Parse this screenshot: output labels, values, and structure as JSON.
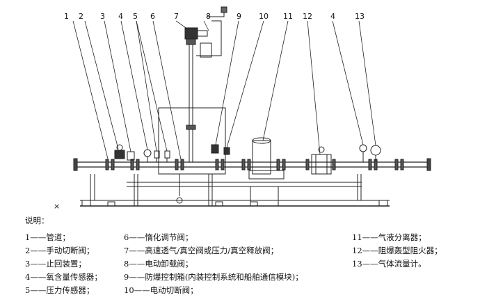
{
  "callouts": [
    "1",
    "2",
    "3",
    "4",
    "5",
    "6",
    "7",
    "8",
    "9",
    "10",
    "11",
    "12",
    "4",
    "13"
  ],
  "ground_mark": "×",
  "legend_title": "说明：",
  "legend": [
    {
      "id": "1",
      "text": "1——管道；"
    },
    {
      "id": "2",
      "text": "2——手动切断阀；"
    },
    {
      "id": "3",
      "text": "3——止回装置；"
    },
    {
      "id": "4",
      "text": "4——氧含量传感器；"
    },
    {
      "id": "5",
      "text": "5——压力传感器；"
    },
    {
      "id": "6",
      "text": "6——惰化调节阀；"
    },
    {
      "id": "7",
      "text": "7——高速透气/真空阀或压力/真空释放阀；"
    },
    {
      "id": "8",
      "text": "8——电动卸载阀；"
    },
    {
      "id": "9",
      "text": "9——防爆控制箱(内装控制系统和船舶通信模块)；"
    },
    {
      "id": "10",
      "text": "10——电动切断阀；"
    },
    {
      "id": "11",
      "text": "11——气液分离器；"
    },
    {
      "id": "12",
      "text": "12——阻爆轰型阻火器；"
    },
    {
      "id": "13",
      "text": "13——气体流量计。"
    }
  ]
}
